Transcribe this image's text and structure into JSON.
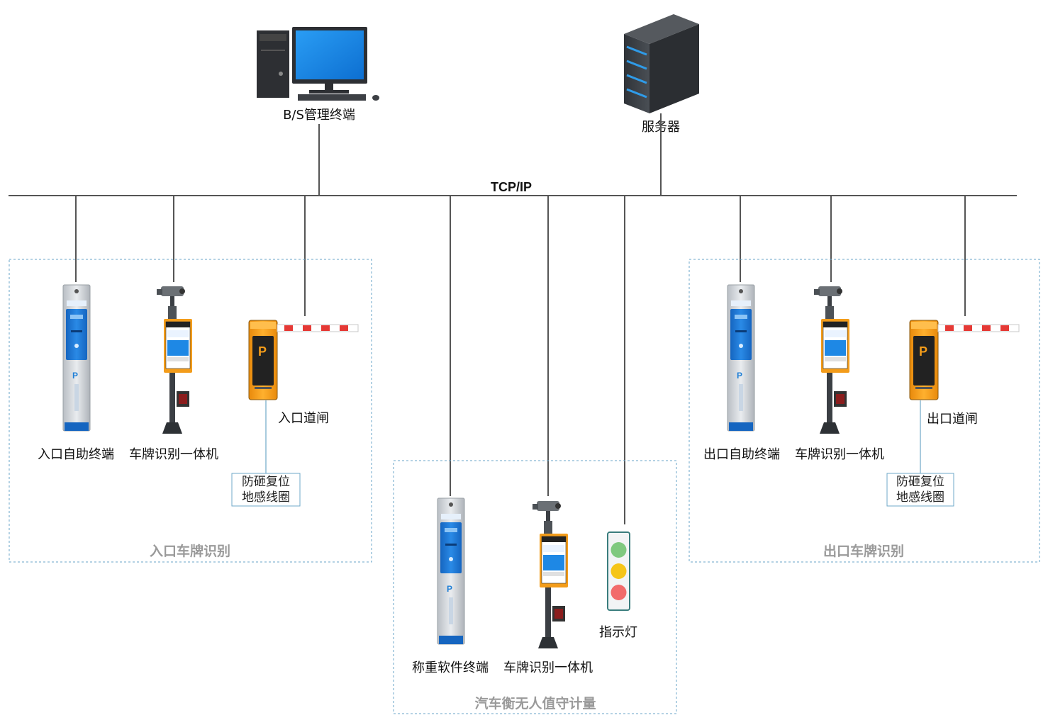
{
  "bus": {
    "label": "TCP/IP"
  },
  "nodes": {
    "bs_terminal": "B/S管理终端",
    "server": "服务器"
  },
  "groups": {
    "entrance": {
      "title": "入口车牌识别",
      "kiosk": "入口自助终端",
      "camera": "车牌识别一体机",
      "barrier": "入口道闸",
      "coil_line1": "防砸复位",
      "coil_line2": "地感线圈"
    },
    "scale": {
      "title": "汽车衡无人值守计量",
      "kiosk": "称重软件终端",
      "camera": "车牌识别一体机",
      "light": "指示灯"
    },
    "exit": {
      "title": "出口车牌识别",
      "kiosk": "出口自助终端",
      "camera": "车牌识别一体机",
      "barrier": "出口道闸",
      "coil_line1": "防砸复位",
      "coil_line2": "地感线圈"
    }
  },
  "colors": {
    "bus_line": "#555555",
    "group_border": "#6aa6c8",
    "group_title": "#9a9a9a",
    "barrier_body": "#f39c1a",
    "kiosk_panel": "#1f7fd6",
    "light_green": "#7fc97f",
    "light_yellow": "#f5c518",
    "light_red": "#f26b6b"
  }
}
